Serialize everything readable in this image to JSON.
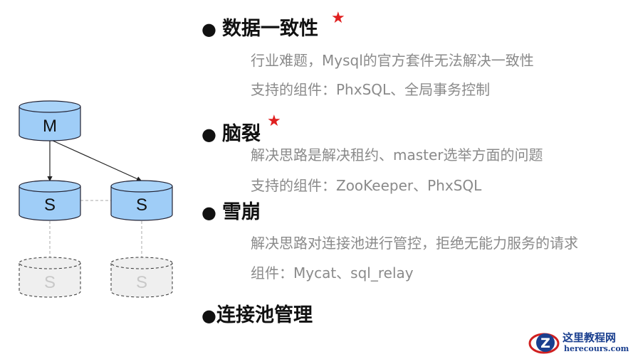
{
  "diagram": {
    "master": "M",
    "slave1": "S",
    "slave2": "S",
    "ghost1": "S",
    "ghost2": "S"
  },
  "sections": [
    {
      "title": "数据一致性",
      "starred": true,
      "lines": [
        "行业难题，Mysql的官方套件无法解决一致性",
        "支持的组件：PhxSQL、全局事务控制"
      ]
    },
    {
      "title": "脑裂",
      "starred": true,
      "lines": [
        "解决思路是解决租约、master选举方面的问题",
        "支持的组件：ZooKeeper、PhxSQL"
      ]
    },
    {
      "title": "雪崩",
      "starred": false,
      "lines": [
        "解决思路对连接池进行管控，拒绝无能力服务的请求",
        "组件：Mycat、sql_relay"
      ]
    },
    {
      "title": "连接池管理",
      "starred": false,
      "lines": []
    }
  ],
  "bullet": "●",
  "star": "★",
  "logo": {
    "name": "这里教程网",
    "url": "herecours.com"
  },
  "colors": {
    "db_fill": "#9fcdf7",
    "star": "#e02020",
    "ghost_fill": "#efefef"
  }
}
